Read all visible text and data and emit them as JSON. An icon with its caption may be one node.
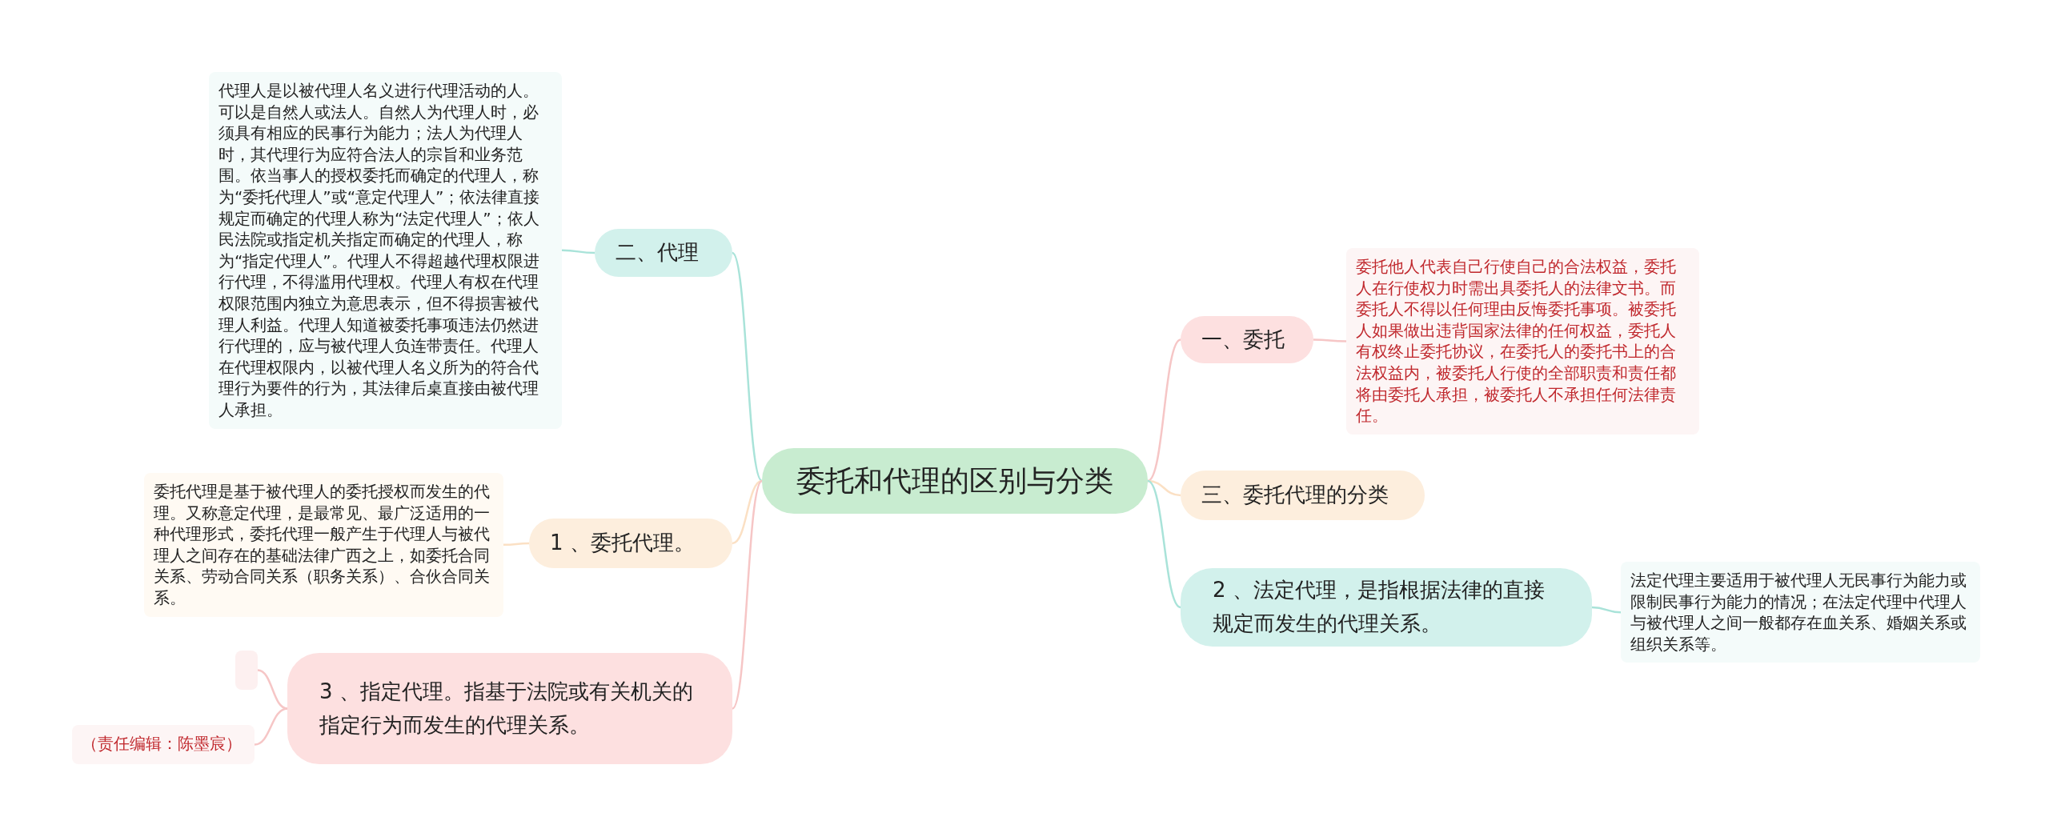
{
  "diagram": {
    "nodes": [
      {
        "text": [
          "委托和代理的区别与分类"
        ]
      },
      {
        "text": [
          "二、代理"
        ]
      },
      {
        "text": [
          "代理人是以被代理人名义进行代理活动的人。可以是自然人或法人。自然人为代理人时，必须具有相应的民事行为能力；法人为代理人时，其代理行为应符合法人的宗旨和业务范围。依当事人的授权委托而确定的代理人，称为“委托代理人”或“意定代理人”；依法律直接规定而确定的代理人称为“法定代理人”；依人民法院或指定机关指定而确定的代理人，称为“指定代理人”。代理人不得超越代理权限进行代理，不得滥用代理权。代理人有权在代理权限范围内独立为意思表示，但不得损害被代理人利益。代理人知道被委托事项违法仍然进行代理的，应与被代理人负连带责任。代理人在代理权限内，以被代理人名义所为的符合代理行为要件的行为，其法律后桌直接由被代理人承担。"
        ]
      },
      {
        "text": [
          "一、委托"
        ]
      },
      {
        "text": [
          "委托他人代表自己行使自己的合法权益，委托人在行使权力时需出具委托人的法律文书。而委托人不得以任何理由反悔委托事项。被委托人如果做出违背国家法律的任何权益，委托人有权终止委托协议，在委托人的委托书上的合法权益内，被委托人行使的全部职责和责任都将由委托人承担，被委托人不承担任何法律责任。"
        ]
      },
      {
        "text": [
          "三、委托代理的分类"
        ]
      },
      {
        "text": [
          "1 、委托代理。"
        ]
      },
      {
        "text": [
          "委托代理是基于被代理人的委托授权而发生的代理。又称意定代理，是最常见、最广泛适用的一种代理形式，委托代理一般产生于代理人与被代理人之间存在的基础法律广西之上，如委托合同关系、劳动合同关系（职务关系）、合伙合同关系。"
        ]
      },
      {
        "text": [
          "2 、法定代理，是指根据法律的直接规定而发生的代理关系。"
        ]
      },
      {
        "text": [
          "法定代理主要适用于被代理人无民事行为能力或限制民事行为能力的情况；在法定代理中代理人与被代理人之间一般都存在血关系、婚姻关系或组织关系等。"
        ]
      },
      {
        "text": [
          "3 、指定代理。指基于法院或有关机关的指定行为而发生的代理关系。"
        ]
      },
      {
        "text": [],
        "shape": "box"
      },
      {
        "text": [
          "（责任编辑：陈墨宸）"
        ]
      }
    ],
    "edges": [
      {
        "from": 0,
        "to": 1,
        "arrow": "none",
        "color": "#a9e3d9"
      },
      {
        "from": 1,
        "to": 2,
        "arrow": "none",
        "color": "#a9e3d9"
      },
      {
        "from": 0,
        "to": 3,
        "arrow": "none",
        "color": "#f6c6c6"
      },
      {
        "from": 3,
        "to": 4,
        "arrow": "none",
        "color": "#f6c6c6"
      },
      {
        "from": 0,
        "to": 5,
        "arrow": "none",
        "color": "#fbe0c4"
      },
      {
        "from": 0,
        "to": 6,
        "arrow": "none",
        "color": "#fbe0c4"
      },
      {
        "from": 6,
        "to": 7,
        "arrow": "none",
        "color": "#fbe0c4"
      },
      {
        "from": 0,
        "to": 8,
        "arrow": "none",
        "color": "#a9e3d9"
      },
      {
        "from": 8,
        "to": 9,
        "arrow": "none",
        "color": "#a9e3d9"
      },
      {
        "from": 0,
        "to": 10,
        "arrow": "none",
        "color": "#f6c6c6"
      },
      {
        "from": 10,
        "to": 11,
        "arrow": "none",
        "color": "#f6c6c6"
      },
      {
        "from": 10,
        "to": 12,
        "arrow": "none",
        "color": "#f6c6c6"
      }
    ]
  }
}
